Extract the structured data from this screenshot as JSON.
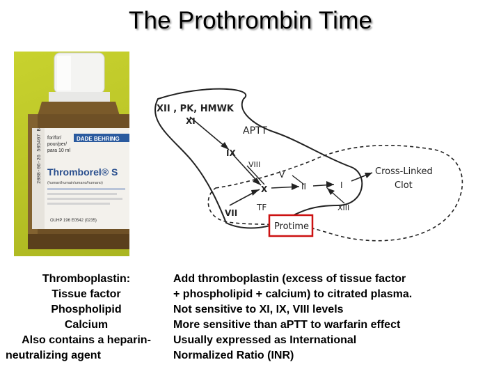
{
  "title": "The Prothrombin Time",
  "bottle": {
    "brand": "DADE BEHRING",
    "product": "Thromborel® S",
    "sub": "(human/humain/umano/humano)",
    "lang": [
      "for/für/",
      "pour/per/",
      "para 10 ml"
    ],
    "lot": "2008-06-26 505407 B",
    "code": "OUHP 196 E0542 (0235)"
  },
  "diagram": {
    "label_xii": "XII , PK, HMWK",
    "label_xi": "XI",
    "label_aptt": "APTT",
    "label_ix": "IX",
    "label_viii": "VIII",
    "label_v": "V",
    "label_x": "X",
    "label_ii": "II",
    "label_i": "I",
    "label_vii": "VII",
    "label_tf": "TF",
    "label_xiii": "XIII",
    "label_clot": [
      "Cross-Linked",
      "Clot"
    ],
    "label_protime": "Protime"
  },
  "left_text": [
    "Thromboplastin:",
    "Tissue factor",
    "Phospholipid",
    "Calcium",
    "Also contains a heparin-",
    "neutralizing agent"
  ],
  "right_text": [
    "Add thromboplastin (excess of tissue factor",
    "+ phospholipid + calcium) to citrated plasma.",
    "Not sensitive to XI, IX, VIII levels",
    "More sensitive than aPTT to warfarin effect",
    "Usually expressed as International",
    "Normalized Ratio (INR)"
  ]
}
